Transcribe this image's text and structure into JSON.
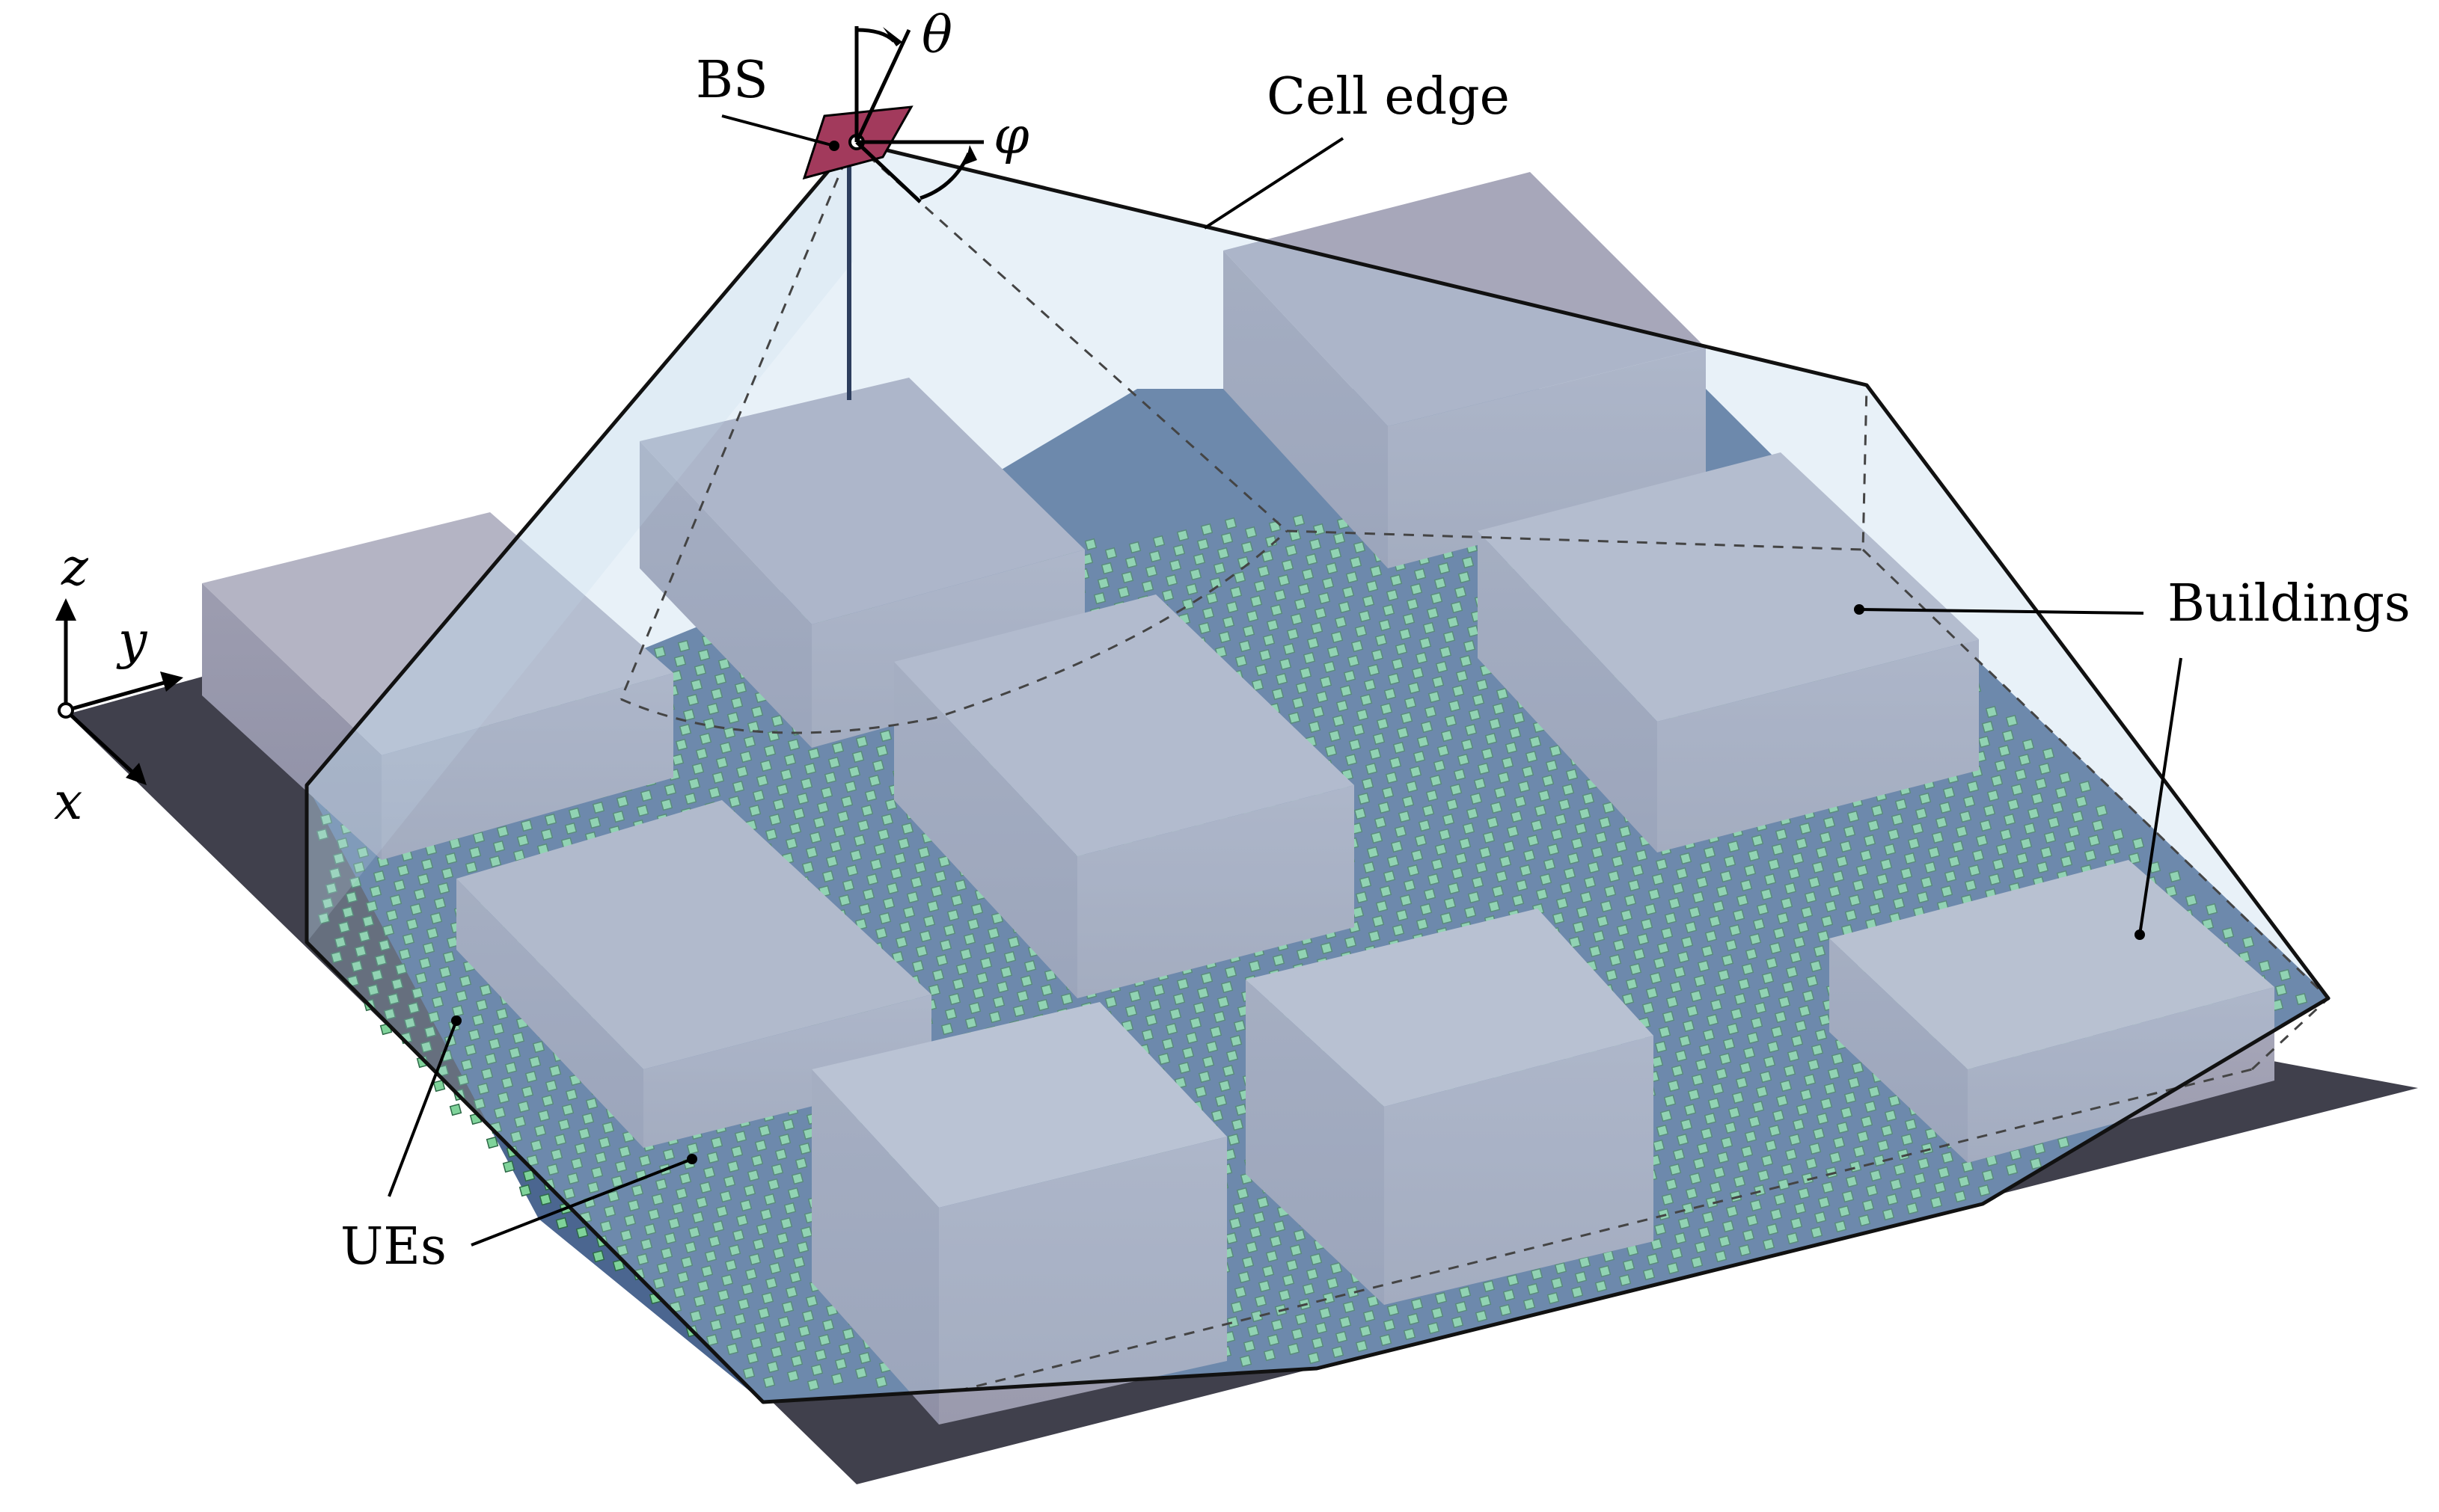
{
  "labels": {
    "bs": "BS",
    "cell_edge": "Cell edge",
    "buildings": "Buildings",
    "ues": "UEs",
    "theta": "θ",
    "phi": "φ",
    "axis_x": "x",
    "axis_y": "y",
    "axis_z": "z"
  },
  "colors": {
    "ground": "#40404c",
    "cell_floor": "#4b6690",
    "cell_volume": "#a9c6de",
    "building_top": "#b2b2c2",
    "building_side_left": "#a6a6b8",
    "building_side_right": "#9e9eb0",
    "ue": "#7fd39a",
    "bs": "#a23a5c"
  }
}
